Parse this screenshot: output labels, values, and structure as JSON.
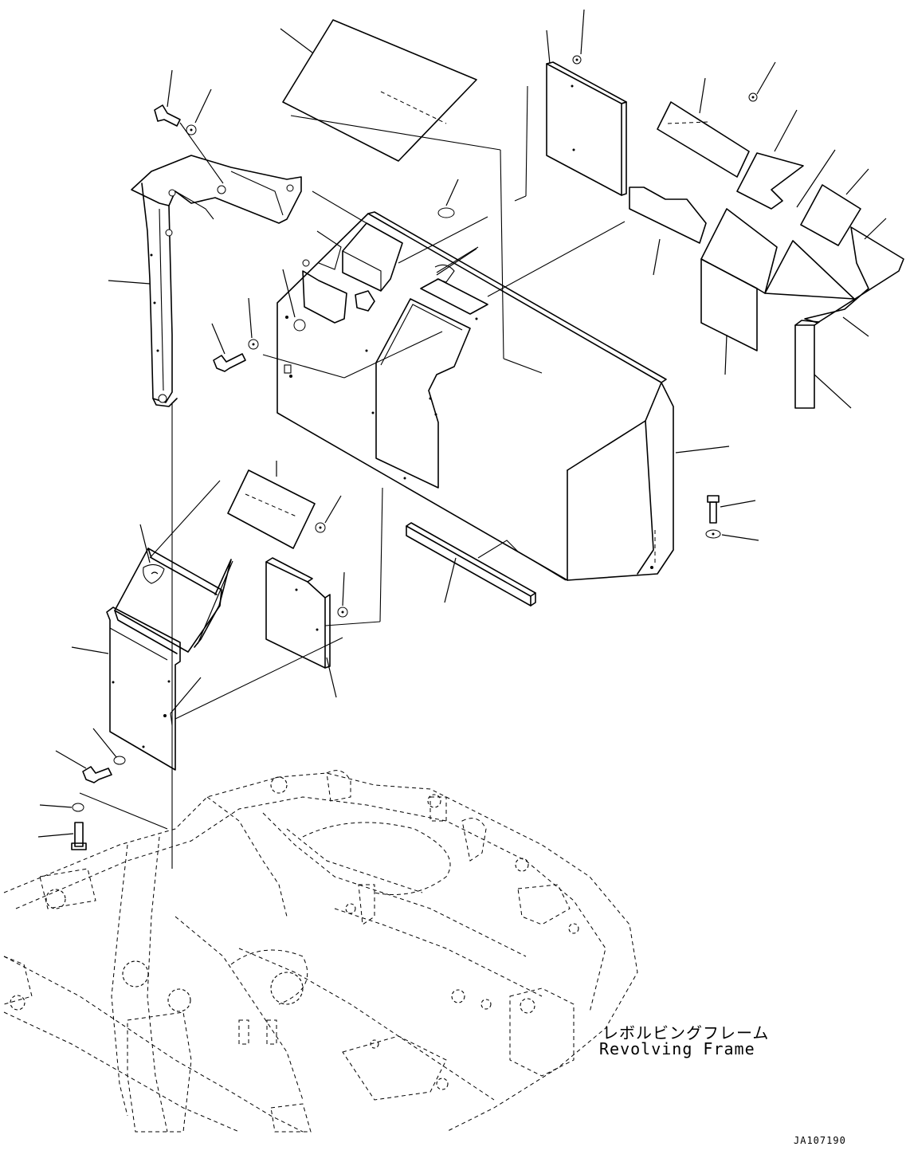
{
  "frame_label": {
    "japanese": "レボルビングフレーム",
    "english": "Revolving Frame"
  },
  "drawing_number": "JA107190"
}
